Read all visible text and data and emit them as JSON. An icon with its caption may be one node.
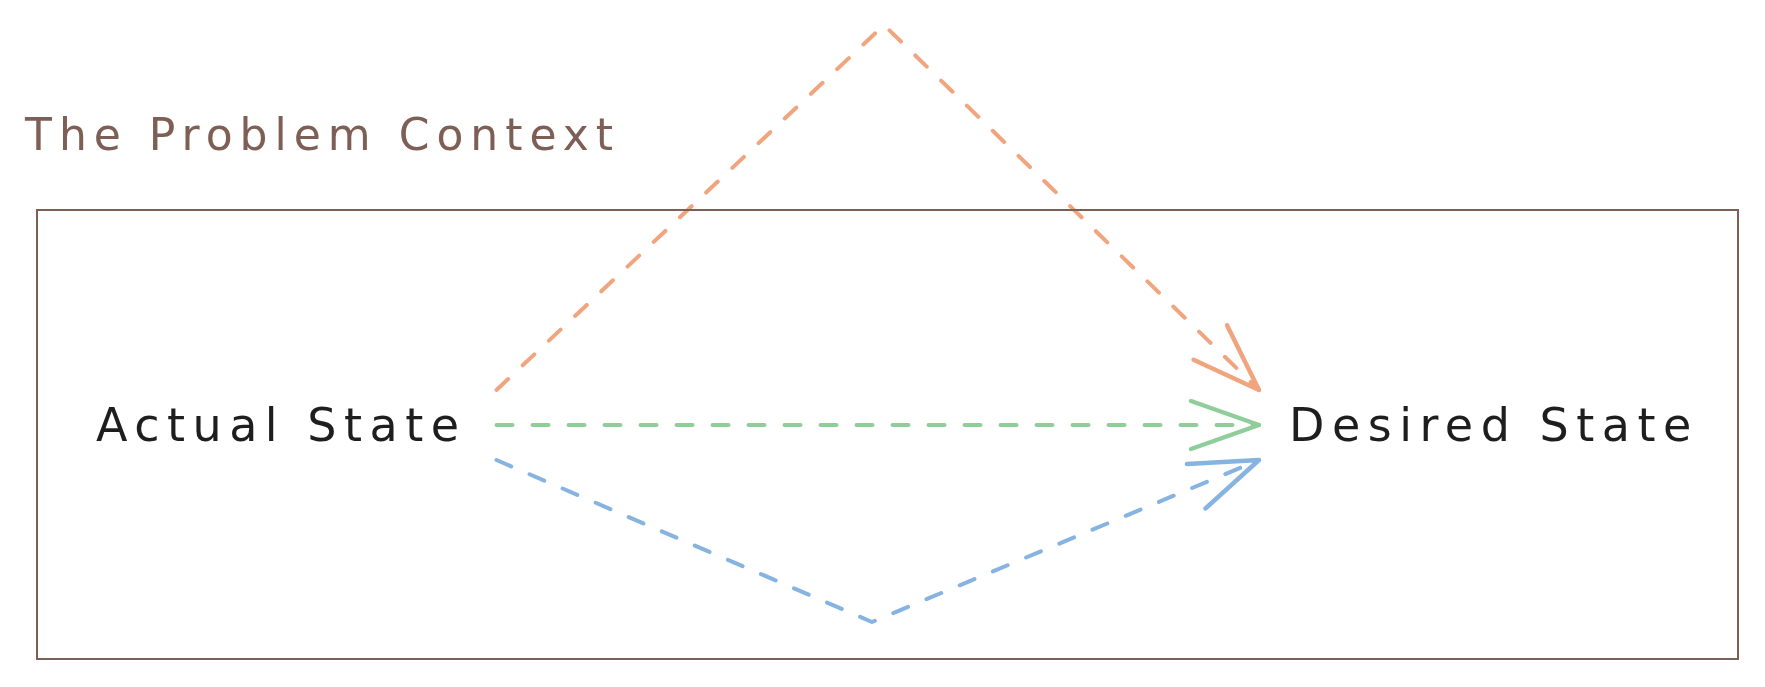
{
  "diagram": {
    "nodes": [
      {
        "text": [
          "The Problem Context"
        ]
      },
      {
        "text": [
          "Actual State"
        ],
        "in": 0
      },
      {
        "text": [
          "Desired State"
        ],
        "in": 0
      }
    ],
    "edges": [
      {
        "from": 1,
        "to": 2,
        "arrow": "to",
        "style": "dashed",
        "color": "#f0a57f"
      },
      {
        "from": 1,
        "to": 2,
        "arrow": "to",
        "style": "dashed",
        "color": "#8fce9a"
      },
      {
        "from": 1,
        "to": 2,
        "arrow": "to",
        "style": "dashed",
        "color": "#86b3e0"
      }
    ]
  }
}
